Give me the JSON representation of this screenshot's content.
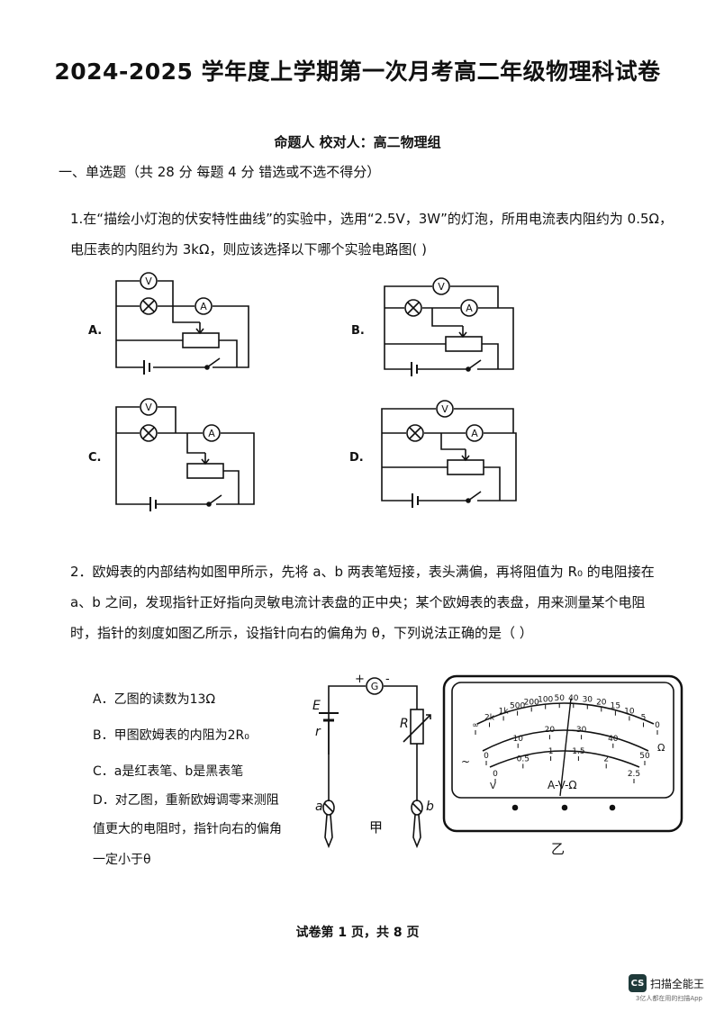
{
  "title": "2024-2025 学年度上学期第一次月考高二年级物理科试卷",
  "authors": "命题人  校对人：高二物理组",
  "section1": "一、单选题（共 28 分  每题 4 分  错选或不选不得分）",
  "q1": {
    "line1": "1.在“描绘小灯泡的伏安特性曲线”的实验中，选用“2.5V，3W”的灯泡，所用电流表内阻约为 0.5Ω，",
    "line2": "电压表的内阻约为 3kΩ，则应该选择以下哪个实验电路图(   )",
    "labels": [
      "A.",
      "B.",
      "C.",
      "D."
    ],
    "symbols": {
      "voltmeter": "V",
      "ammeter": "A"
    }
  },
  "q2": {
    "line1": "2．欧姆表的内部结构如图甲所示，先将 a、b 两表笔短接，表头满偏，再将阻值为 R₀ 的电阻接在",
    "line2": "a、b 之间，发现指针正好指向灵敏电流计表盘的正中央；某个欧姆表的表盘，用来测量某个电阻",
    "line3": "时，指针的刻度如图乙所示，设指针向右的偏角为 θ，下列说法正确的是（      ）",
    "options": {
      "A": "A．乙图的读数为13Ω",
      "B": "B．甲图欧姆表的内阻为2R₀",
      "C": "C．a是红表笔、b是黑表笔",
      "D1": "D．对乙图，重新欧姆调零来测阻",
      "D2": "值更大的电阻时，指针向右的偏角",
      "D3": "一定小于θ"
    },
    "fig_jia": {
      "plus": "+",
      "minus": "-",
      "g": "G",
      "E": "E",
      "r": "r",
      "R": "R",
      "a": "a",
      "b": "b",
      "caption": "甲"
    },
    "fig_yi": {
      "caption": "乙",
      "ohm_scale": [
        "∞",
        "2k",
        "1k",
        "500",
        "200",
        "100",
        "50",
        "40",
        "30",
        "20",
        "15",
        "10",
        "5",
        "0"
      ],
      "dc_scale": [
        "0",
        "10",
        "20",
        "30",
        "40",
        "50"
      ],
      "ac_scale": [
        "0",
        "0.5",
        "1",
        "1.5",
        "2",
        "2.5"
      ],
      "ohm_unit": "Ω",
      "dc_unit": "~",
      "ac_unit": "V",
      "model": "A-V-Ω"
    }
  },
  "footer": "试卷第 1 页，共 8 页",
  "brand": {
    "logo": "CS",
    "name": "扫描全能王",
    "sub": "3亿人都在用的扫描App"
  }
}
